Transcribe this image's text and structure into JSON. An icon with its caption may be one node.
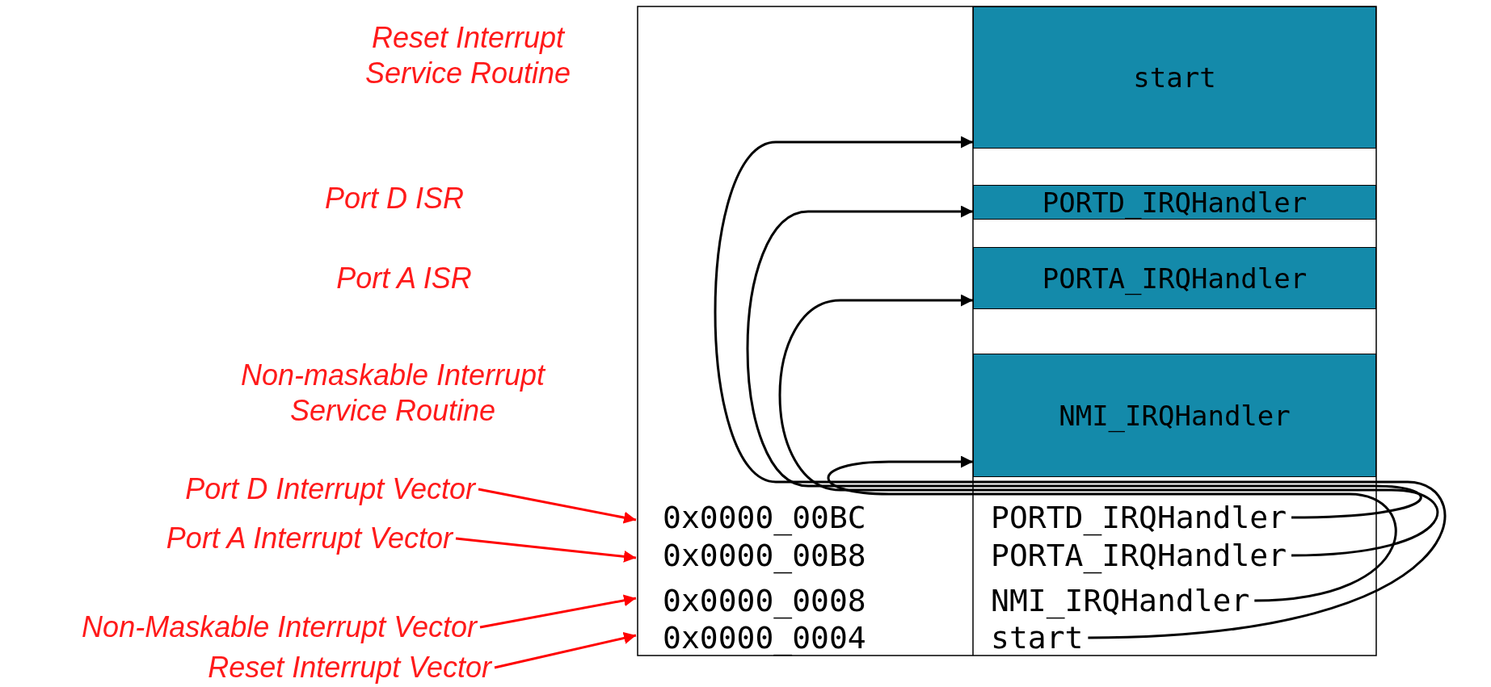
{
  "diagram": {
    "nodes": [
      {
        "text": [
          "start"
        ]
      },
      {
        "text": [
          "PORTD_IRQHandler"
        ]
      },
      {
        "text": [
          "PORTA_IRQHandler"
        ]
      },
      {
        "text": [
          "NMI_IRQHandler"
        ]
      },
      {
        "text": [
          "0x0000_00BC",
          "PORTD_IRQHandler"
        ]
      },
      {
        "text": [
          "0x0000_00B8",
          "PORTA_IRQHandler"
        ]
      },
      {
        "text": [
          "0x0000_0008",
          "NMI_IRQHandler"
        ]
      },
      {
        "text": [
          "0x0000_0004",
          "start"
        ]
      },
      {
        "text": [
          "Port D Interrupt Vector"
        ]
      },
      {
        "text": [
          "Port A Interrupt Vector"
        ]
      },
      {
        "text": [
          "Non-Maskable Interrupt Vector"
        ]
      },
      {
        "text": [
          "Reset Interrupt Vector"
        ]
      }
    ],
    "edges": [
      {
        "from": 8,
        "to": 4,
        "arrow": "to",
        "color": "#ff0000"
      },
      {
        "from": 9,
        "to": 5,
        "arrow": "to",
        "color": "#ff0000"
      },
      {
        "from": 10,
        "to": 6,
        "arrow": "to",
        "color": "#ff0000"
      },
      {
        "from": 11,
        "to": 7,
        "arrow": "to",
        "color": "#ff0000"
      },
      {
        "from": 4,
        "to": 1,
        "arrow": "to",
        "color": "#000000"
      },
      {
        "from": 5,
        "to": 2,
        "arrow": "to",
        "color": "#000000"
      },
      {
        "from": 6,
        "to": 3,
        "arrow": "to",
        "color": "#000000"
      },
      {
        "from": 7,
        "to": 0,
        "arrow": "to",
        "color": "#000000"
      }
    ],
    "labels": [
      "Reset Interrupt Service Routine",
      "Port D ISR",
      "Port A ISR",
      "Non-maskable Interrupt Service Routine"
    ]
  }
}
